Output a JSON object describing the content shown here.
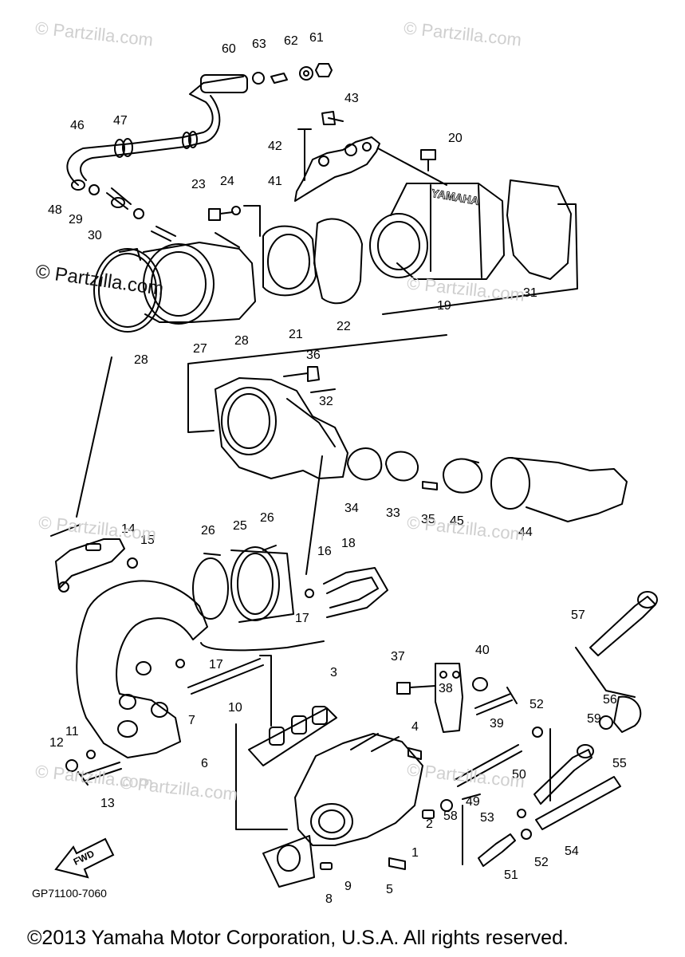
{
  "watermarks": {
    "text_1": "© Partzilla.com",
    "text_2": "© Partzilla.com",
    "text_3": "© Partzilla.com",
    "text_4": "© Partzilla.com",
    "text_5": "© Partzilla.com",
    "text_6": "© Partzilla.com",
    "text_7": "© Partzilla.com",
    "text_8": "© Partzilla.com",
    "text_9": "© Partzilla.com"
  },
  "brand_on_part": "YAMAHA",
  "fwd_badge": "FWD",
  "diagram_code": "GP71100-7060",
  "copyright": "©2013 Yamaha Motor Corporation, U.S.A. All rights reserved.",
  "callouts": [
    "60",
    "63",
    "62",
    "61",
    "43",
    "20",
    "42",
    "41",
    "46",
    "47",
    "48",
    "29",
    "30",
    "23",
    "24",
    "31",
    "19",
    "21",
    "22",
    "28",
    "27",
    "28",
    "36",
    "32",
    "34",
    "33",
    "35",
    "45",
    "44",
    "14",
    "15",
    "26",
    "25",
    "26",
    "16",
    "18",
    "17",
    "57",
    "17",
    "10",
    "3",
    "38",
    "37",
    "40",
    "56",
    "59",
    "39",
    "52",
    "4",
    "12",
    "11",
    "7",
    "6",
    "13",
    "55",
    "50",
    "58",
    "49",
    "53",
    "54",
    "2",
    "52",
    "1",
    "51",
    "9",
    "5",
    "8"
  ],
  "colors": {
    "ink": "#000000",
    "watermark": "#cfcfcf",
    "background": "#ffffff"
  }
}
